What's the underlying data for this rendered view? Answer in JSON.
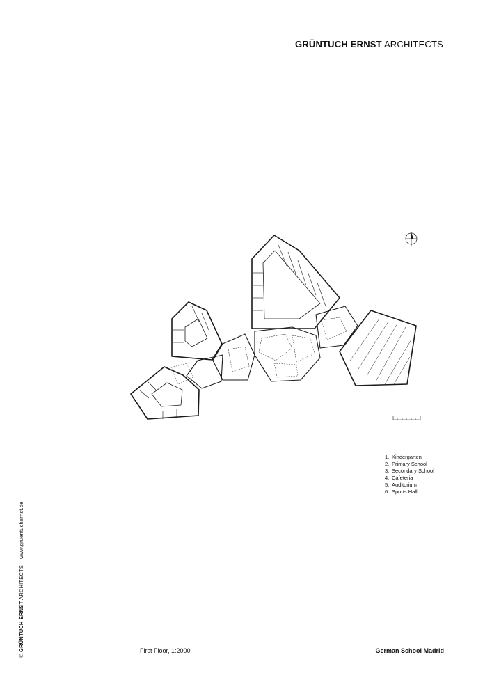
{
  "header": {
    "firm_bold": "GRÜNTUCH ERNST",
    "firm_regular": "ARCHITECTS"
  },
  "legend": [
    {
      "num": "1.",
      "label": "Kindergarten"
    },
    {
      "num": "2.",
      "label": "Primary School"
    },
    {
      "num": "3.",
      "label": "Secondary School"
    },
    {
      "num": "4.",
      "label": "Cafeteria"
    },
    {
      "num": "5.",
      "label": "Auditorium"
    },
    {
      "num": "6.",
      "label": "Sports Hall"
    }
  ],
  "side_credit": {
    "copyright": "©",
    "firm_bold": "GRÜNTUCH ERNST",
    "firm_regular": "ARCHITECTS",
    "separator": "–",
    "website": "www.gruentuchernst.de"
  },
  "footer": {
    "caption": "First Floor, 1:2000",
    "project": "German School Madrid"
  },
  "icons": {
    "north_arrow": "north-arrow-icon",
    "scale_bar": "scale-bar-icon"
  },
  "colors": {
    "line": "#1a1a1a",
    "text": "#111111",
    "background": "#ffffff"
  }
}
